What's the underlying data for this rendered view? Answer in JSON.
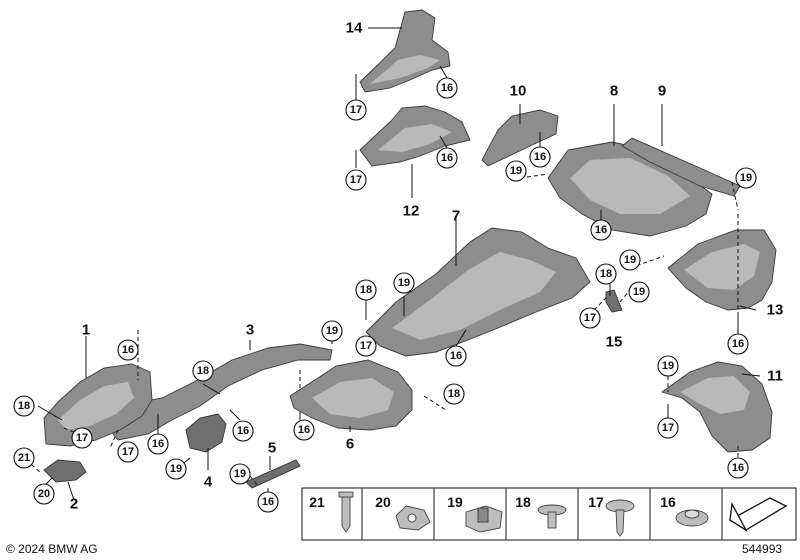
{
  "diagram": {
    "copyright": "© 2024 BMW AG",
    "diagram_id": "544993",
    "callouts": [
      "1",
      "2",
      "3",
      "4",
      "5",
      "6",
      "7",
      "8",
      "9",
      "10",
      "11",
      "12",
      "13",
      "14",
      "15"
    ],
    "circled": [
      "16",
      "17",
      "18",
      "19",
      "20",
      "21"
    ],
    "legend_items": [
      "21",
      "20",
      "19",
      "18",
      "17",
      "16"
    ]
  }
}
